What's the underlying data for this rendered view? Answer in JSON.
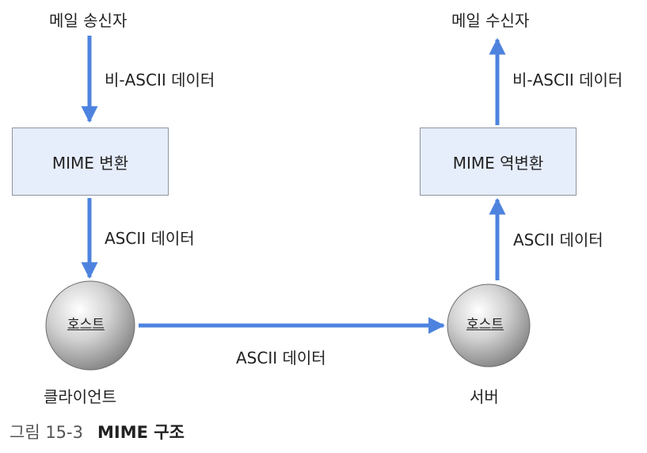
{
  "sender_label": "메일 송신자",
  "receiver_label": "메일 수신자",
  "edge_labels": {
    "sender_to_convert": "비-ASCII 데이터",
    "convert_to_client": "ASCII 데이터",
    "client_to_server": "ASCII 데이터",
    "server_to_reverse": "ASCII 데이터",
    "reverse_to_receiver": "비-ASCII 데이터"
  },
  "boxes": {
    "mime_convert": "MIME 변환",
    "mime_reverse": "MIME 역변환"
  },
  "nodes": {
    "client_host": "호스트",
    "server_host": "호스트"
  },
  "node_captions": {
    "client": "클라이언트",
    "server": "서버"
  },
  "caption": {
    "number": "그림 15-3",
    "text": "MIME 구조"
  },
  "colors": {
    "arrow": "#4d83df",
    "box_fill": "#e6edfb",
    "box_border": "#8d949e",
    "caption_number": "#555555"
  }
}
